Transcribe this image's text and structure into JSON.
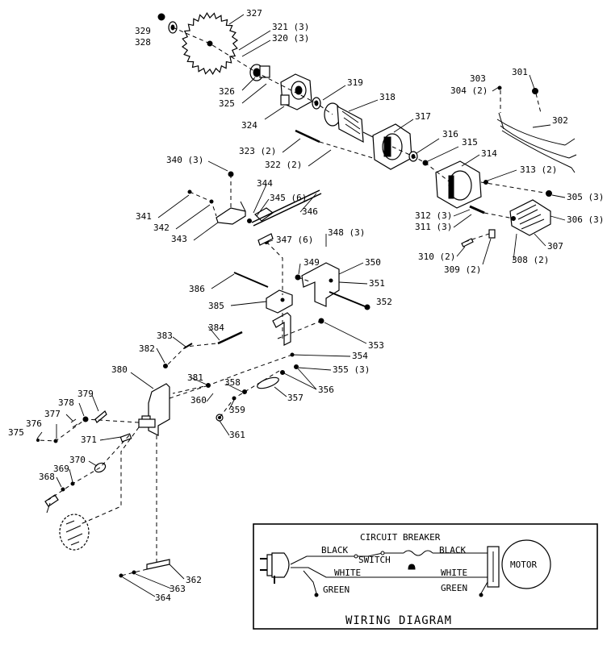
{
  "callouts": [
    {
      "id": "327",
      "text": "327"
    },
    {
      "id": "329",
      "text": "329"
    },
    {
      "id": "328",
      "text": "328"
    },
    {
      "id": "321",
      "text": "321 (3)"
    },
    {
      "id": "320",
      "text": "320 (3)"
    },
    {
      "id": "326",
      "text": "326"
    },
    {
      "id": "325",
      "text": "325"
    },
    {
      "id": "324",
      "text": "324"
    },
    {
      "id": "319",
      "text": "319"
    },
    {
      "id": "318",
      "text": "318"
    },
    {
      "id": "317",
      "text": "317"
    },
    {
      "id": "316",
      "text": "316"
    },
    {
      "id": "315",
      "text": "315"
    },
    {
      "id": "314",
      "text": "314"
    },
    {
      "id": "313",
      "text": "313 (2)"
    },
    {
      "id": "312",
      "text": "312 (3)"
    },
    {
      "id": "311",
      "text": "311 (3)"
    },
    {
      "id": "310",
      "text": "310 (2)"
    },
    {
      "id": "309",
      "text": "309 (2)"
    },
    {
      "id": "308",
      "text": "308 (2)"
    },
    {
      "id": "307",
      "text": "307"
    },
    {
      "id": "306",
      "text": "306 (3)"
    },
    {
      "id": "305",
      "text": "305 (3)"
    },
    {
      "id": "304",
      "text": "304 (2)"
    },
    {
      "id": "303",
      "text": "303"
    },
    {
      "id": "301",
      "text": "301"
    },
    {
      "id": "302",
      "text": "302"
    },
    {
      "id": "323",
      "text": "323 (2)"
    },
    {
      "id": "322",
      "text": "322 (2)"
    },
    {
      "id": "340",
      "text": "340 (3)"
    },
    {
      "id": "344",
      "text": "344"
    },
    {
      "id": "345",
      "text": "345 (6)"
    },
    {
      "id": "346",
      "text": "346"
    },
    {
      "id": "341",
      "text": "341"
    },
    {
      "id": "342",
      "text": "342"
    },
    {
      "id": "343",
      "text": "343"
    },
    {
      "id": "347",
      "text": "347 (6)"
    },
    {
      "id": "348",
      "text": "348 (3)"
    },
    {
      "id": "349",
      "text": "349"
    },
    {
      "id": "350",
      "text": "350"
    },
    {
      "id": "351",
      "text": "351"
    },
    {
      "id": "352",
      "text": "352"
    },
    {
      "id": "386",
      "text": "386"
    },
    {
      "id": "385",
      "text": "385"
    },
    {
      "id": "384",
      "text": "384"
    },
    {
      "id": "383",
      "text": "383"
    },
    {
      "id": "382",
      "text": "382"
    },
    {
      "id": "353",
      "text": "353"
    },
    {
      "id": "354",
      "text": "354"
    },
    {
      "id": "355",
      "text": "355 (3)"
    },
    {
      "id": "356",
      "text": "356"
    },
    {
      "id": "357",
      "text": "357"
    },
    {
      "id": "358",
      "text": "358"
    },
    {
      "id": "359",
      "text": "359"
    },
    {
      "id": "360",
      "text": "360"
    },
    {
      "id": "361",
      "text": "361"
    },
    {
      "id": "381",
      "text": "381"
    },
    {
      "id": "380",
      "text": "380"
    },
    {
      "id": "379",
      "text": "379"
    },
    {
      "id": "378",
      "text": "378"
    },
    {
      "id": "377",
      "text": "377"
    },
    {
      "id": "376",
      "text": "376"
    },
    {
      "id": "375",
      "text": "375"
    },
    {
      "id": "371",
      "text": "371"
    },
    {
      "id": "370",
      "text": "370"
    },
    {
      "id": "369",
      "text": "369"
    },
    {
      "id": "368",
      "text": "368"
    },
    {
      "id": "362",
      "text": "362"
    },
    {
      "id": "363",
      "text": "363"
    },
    {
      "id": "364",
      "text": "364"
    }
  ],
  "wiring": {
    "title": "WIRING DIAGRAM",
    "circuit_breaker": "CIRCUIT BREAKER",
    "switch": "SWITCH",
    "black_left": "BLACK",
    "black_right": "BLACK",
    "white_left": "WHITE",
    "white_right": "WHITE",
    "green_left": "GREEN",
    "green_right": "GREEN",
    "motor": "MOTOR"
  }
}
